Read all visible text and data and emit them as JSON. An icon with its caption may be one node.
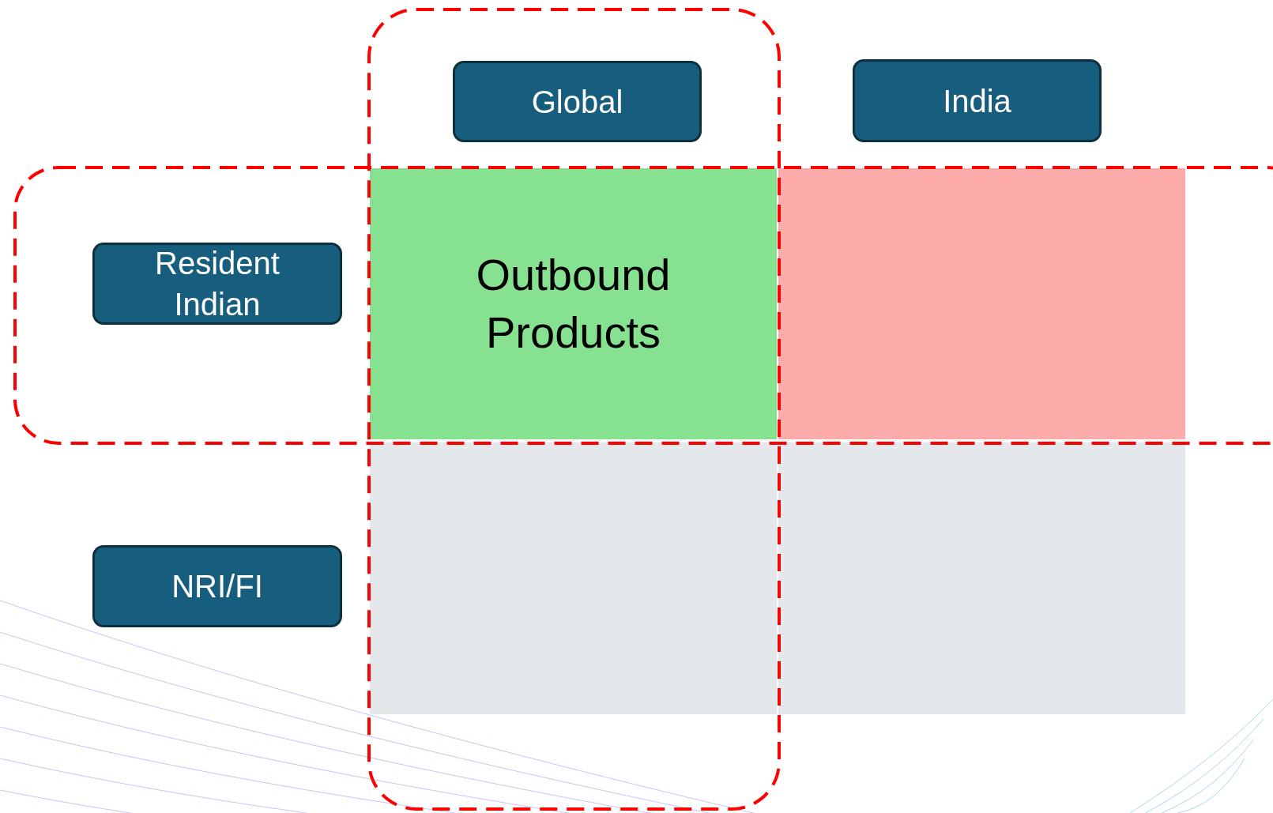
{
  "diagram": {
    "nodes": [
      {
        "text": [
          "Global"
        ]
      },
      {
        "text": [
          "India"
        ]
      },
      {
        "text": [
          "Resident Indian"
        ]
      },
      {
        "text": [
          "Outbound Products"
        ]
      },
      {
        "text": [],
        "shape": "box"
      },
      {
        "text": [
          "NRI/FI"
        ]
      },
      {
        "text": [],
        "shape": "box"
      },
      {
        "text": [],
        "shape": "box"
      }
    ]
  }
}
